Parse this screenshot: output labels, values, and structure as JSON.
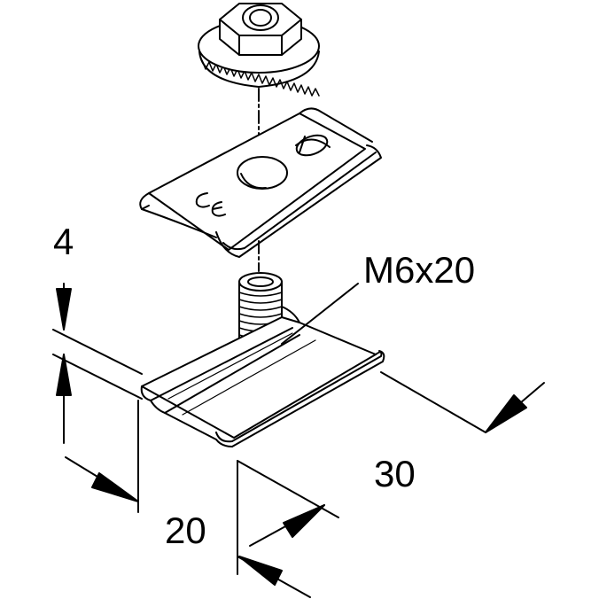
{
  "labels": {
    "thread_size": "M6x20",
    "height": "4",
    "length": "30",
    "width": "20"
  },
  "colors": {
    "line": "#000000",
    "background": "#ffffff"
  }
}
